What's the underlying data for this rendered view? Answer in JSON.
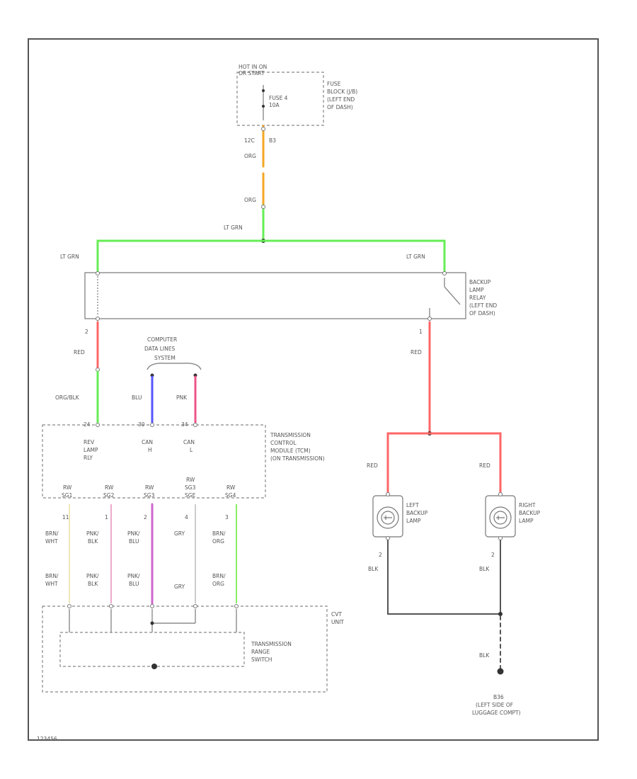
{
  "colors": {
    "orange": "#f5a623",
    "lt_green": "#66ee55",
    "red": "#ff6666",
    "blue": "#5555ff",
    "pink": "#ee5588",
    "brn_wht": "#e8e0a0",
    "pnk_blk": "#eeaacc",
    "pnk_blu": "#cc66cc",
    "gray": "#cccccc",
    "brn_org": "#88ee66",
    "black": "#555555"
  },
  "labels": {
    "hot_in_on": "HOT IN ON",
    "or_start": "OR START",
    "fuse": "FUSE 4",
    "fuse_amp": "10A",
    "fuse_block_1": "FUSE",
    "fuse_block_2": "BLOCK (J/B)",
    "fuse_block_3": "(LEFT END",
    "fuse_block_4": "OF DASH)",
    "pin_12c": "12C",
    "pin_b3": "B3",
    "org_1": "ORG",
    "org_2": "ORG",
    "lt_grn_top": "LT GRN",
    "lt_grn_left": "LT GRN",
    "lt_grn_right": "LT GRN",
    "relay_1": "BACKUP",
    "relay_2": "LAMP",
    "relay_3": "RELAY",
    "relay_4": "(LEFT END",
    "relay_5": "OF DASH)",
    "pin_2": "2",
    "pin_1": "1",
    "red_left": "RED",
    "red_right": "RED",
    "computer_1": "COMPUTER",
    "computer_2": "DATA LINES",
    "computer_3": "SYSTEM",
    "org_blk": "ORG/BLK",
    "blu": "BLU",
    "pnk": "PNK",
    "tcm_pin_1": "24",
    "tcm_pin_2": "30",
    "tcm_pin_3": "34",
    "tcm_1": "TRANSMISSION",
    "tcm_2": "CONTROL",
    "tcm_3": "MODULE (TCM)",
    "tcm_4": "(ON TRANSMISSION)",
    "rev_1": "REV",
    "rev_2": "LAMP",
    "rev_3": "RLY",
    "canh_1": "CAN",
    "canh_2": "H",
    "canl_1": "CAN",
    "canl_2": "L",
    "sw1_1": "RW",
    "sw1_2": "SG1",
    "sw2_1": "RW",
    "sw2_2": "SG2",
    "sw3_1": "RW",
    "sw3_2": "SG3",
    "sw4_1": "RW",
    "sw4_2": "SG3",
    "sw4_3": "SGE",
    "sw5_1": "RW",
    "sw5_2": "SG4",
    "p11": "11",
    "p1": "1",
    "p2": "2",
    "p4": "4",
    "p3": "3",
    "w1a": "BRN/",
    "w1b": "WHT",
    "w2a": "PNK/",
    "w2b": "BLK",
    "w3a": "PNK/",
    "w3b": "BLU",
    "w4": "GRY",
    "w5a": "BRN/",
    "w5b": "ORG",
    "w1c": "BRN/",
    "w1d": "WHT",
    "w2c": "PNK/",
    "w2d": "BLK",
    "w3c": "PNK/",
    "w3d": "BLU",
    "w4b": "GRY",
    "w5c": "BRN/",
    "w5d": "ORG",
    "cvt_1": "CVT",
    "cvt_2": "UNIT",
    "trs_1": "TRANSMISSION",
    "trs_2": "RANGE",
    "trs_3": "SWITCH",
    "red_l": "RED",
    "red_r": "RED",
    "left_1": "LEFT",
    "left_2": "BACKUP",
    "left_3": "LAMP",
    "right_1": "RIGHT",
    "right_2": "BACKUP",
    "right_3": "LAMP",
    "lamp_pin_l": "2",
    "lamp_pin_r": "2",
    "blk_l": "BLK",
    "blk_r": "BLK",
    "blk_bottom": "BLK",
    "ground_1": "B36",
    "ground_2": "(LEFT SIDE OF",
    "ground_3": "LUGGAGE COMPT)",
    "figure_id": "123456"
  }
}
